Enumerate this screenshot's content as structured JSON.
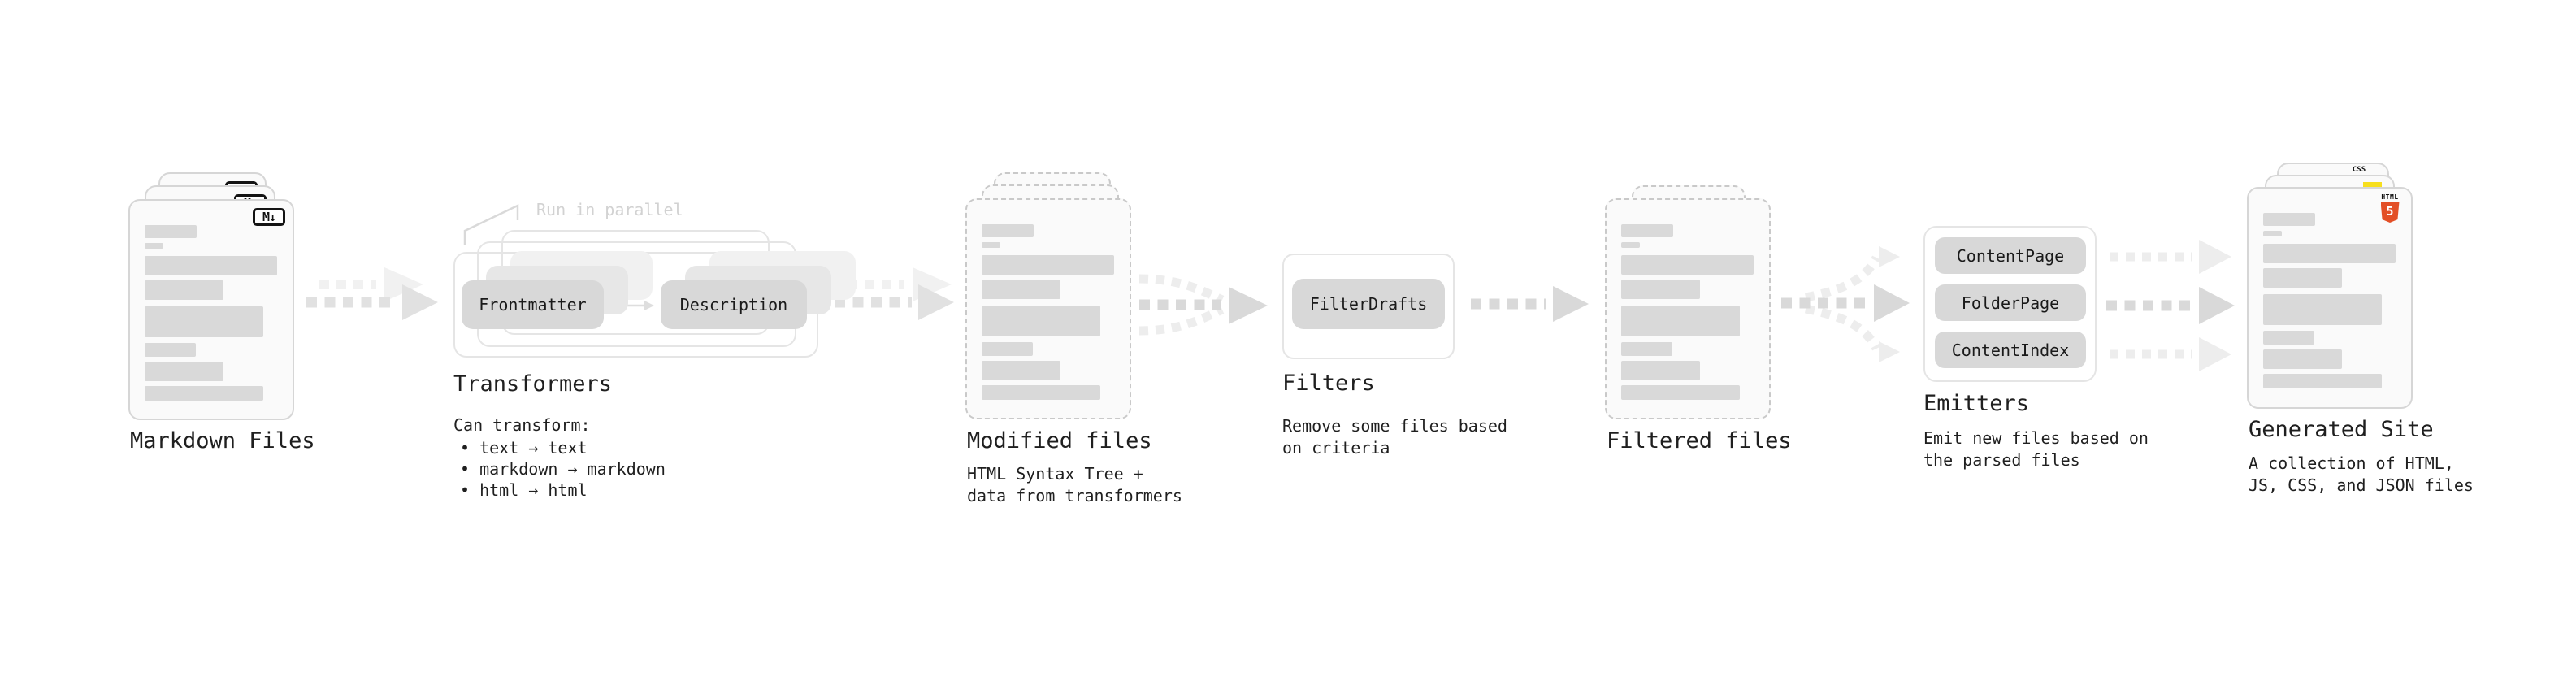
{
  "pipeline": {
    "markdown_files": {
      "title": "Markdown Files",
      "badge": "M↓"
    },
    "transformers": {
      "title": "Transformers",
      "note": "Run in parallel",
      "source_button": "Frontmatter",
      "target_button": "Description",
      "desc_heading": "Can transform:",
      "bullets": [
        "• text → text",
        "• markdown → markdown",
        "• html → html"
      ]
    },
    "modified_files": {
      "title": "Modified files",
      "desc": "HTML Syntax Tree +\ndata from transformers"
    },
    "filters": {
      "title": "Filters",
      "button": "FilterDrafts",
      "desc": "Remove some files based\non criteria"
    },
    "filtered_files": {
      "title": "Filtered files"
    },
    "emitters": {
      "title": "Emitters",
      "buttons": [
        "ContentPage",
        "FolderPage",
        "ContentIndex"
      ],
      "desc": "Emit new files based on\nthe parsed files"
    },
    "generated_site": {
      "title": "Generated Site",
      "desc": "A collection of HTML,\nJS, CSS, and JSON files",
      "badges": {
        "css": "CSS",
        "html": "HTML",
        "html_number": "5"
      }
    }
  },
  "colors": {
    "html_orange": "#e34f26",
    "js_yellow": "#f7df1e",
    "css_blue": "#2767f4",
    "bar_gray": "#d9d9d9",
    "text": "#1f1f1f",
    "muted_note": "#d2d2d2"
  }
}
